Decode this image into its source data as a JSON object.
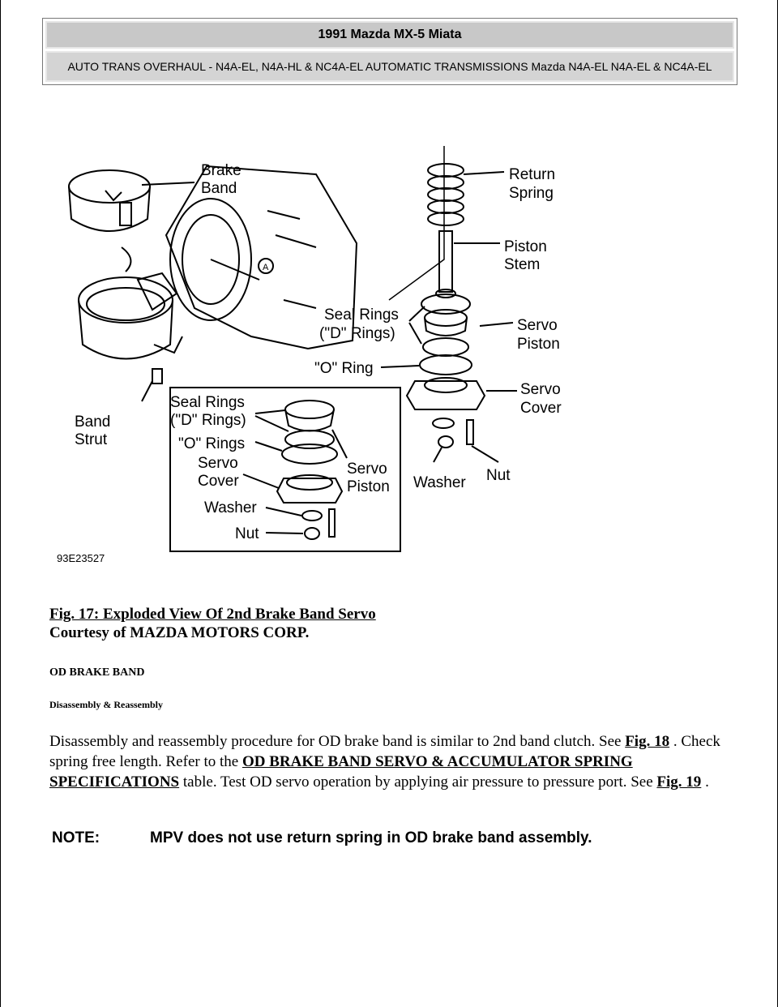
{
  "header": {
    "title": "1991 Mazda MX-5 Miata",
    "subtitle": "AUTO TRANS OVERHAUL - N4A-EL, N4A-HL & NC4A-EL AUTOMATIC TRANSMISSIONS Mazda N4A-EL N4A-EL & NC4A-EL"
  },
  "figure": {
    "labels": {
      "brake_band": [
        "Brake",
        "Band"
      ],
      "return_spring": [
        "Return",
        "Spring"
      ],
      "piston_stem": [
        "Piston",
        "Stem"
      ],
      "seal_rings": [
        "Seal Rings",
        "(\"D\" Rings)"
      ],
      "servo_piston": [
        "Servo",
        "Piston"
      ],
      "o_ring": "\"O\" Ring",
      "servo_cover": [
        "Servo",
        "Cover"
      ],
      "band_strut": [
        "Band",
        "Strut"
      ],
      "washer": "Washer",
      "nut": "Nut",
      "marker_a": "A",
      "inset_seal_rings": [
        "Seal Rings",
        "(\"D\" Rings)"
      ],
      "inset_o_rings": "\"O\" Rings",
      "inset_servo_cover": [
        "Servo",
        "Cover"
      ],
      "inset_servo_piston": [
        "Servo",
        "Piston"
      ],
      "inset_washer": "Washer",
      "inset_nut": "Nut"
    },
    "code": "93E23527"
  },
  "caption": {
    "title": "Fig. 17: Exploded View Of 2nd Brake Band Servo",
    "courtesy": "Courtesy of MAZDA MOTORS CORP."
  },
  "section": {
    "heading": "OD BRAKE BAND",
    "subheading": "Disassembly & Reassembly"
  },
  "paragraph": {
    "t1": "Disassembly and reassembly procedure for OD brake band is similar to 2nd band clutch. See ",
    "ref1": "Fig. 18",
    "t2": " . Check spring free length. Refer to the ",
    "ref2": "OD BRAKE BAND SERVO & ACCUMULATOR SPRING SPECIFICATIONS",
    "t3": " table. Test OD servo operation by applying air pressure to pressure port. See ",
    "ref3": "Fig. 19",
    "t4": " ."
  },
  "note": {
    "label": "NOTE:",
    "text": "MPV does not use return spring in OD brake band assembly."
  }
}
